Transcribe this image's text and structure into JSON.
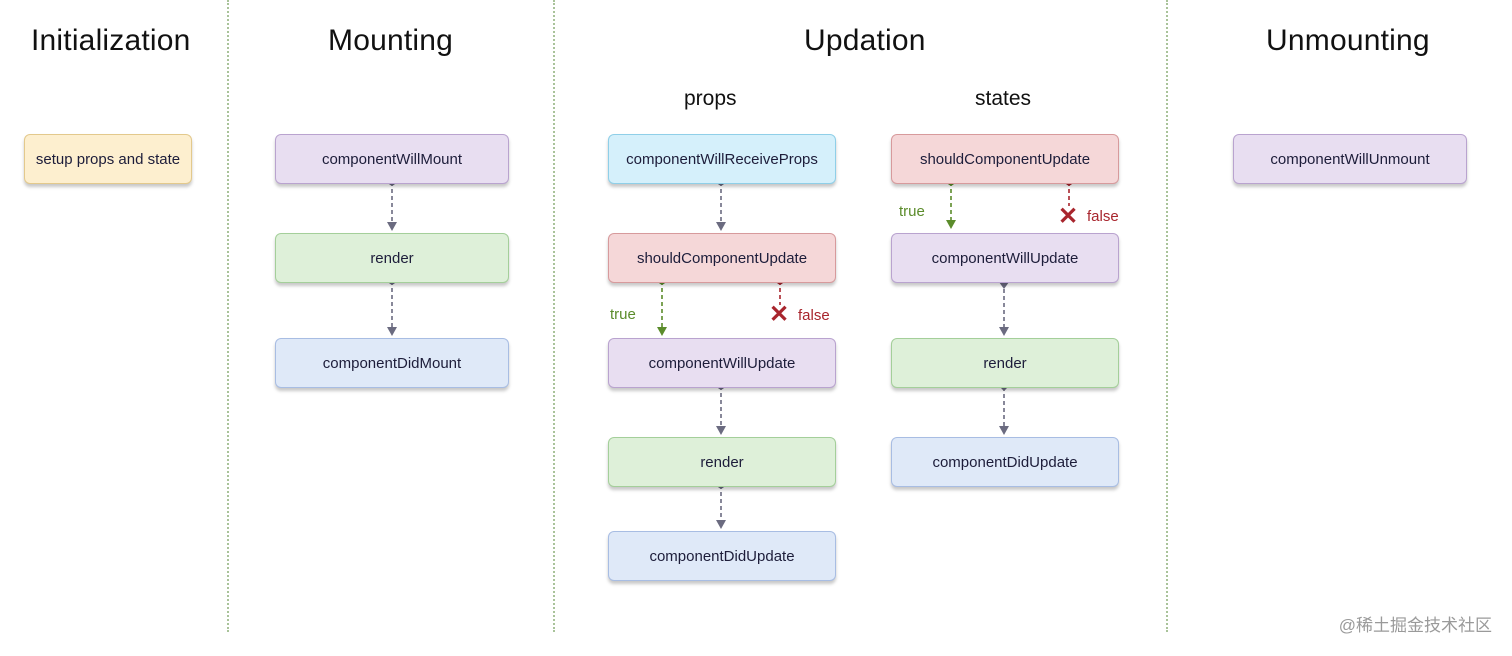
{
  "phases": {
    "initialization": "Initialization",
    "mounting": "Mounting",
    "updation": "Updation",
    "unmounting": "Unmounting"
  },
  "updation_sub": {
    "props": "props",
    "states": "states"
  },
  "initialization": {
    "setup": "setup props and state"
  },
  "mounting": {
    "will_mount": "componentWillMount",
    "render": "render",
    "did_mount": "componentDidMount"
  },
  "props_flow": {
    "will_receive_props": "componentWillReceiveProps",
    "should_update": "shouldComponentUpdate",
    "will_update": "componentWillUpdate",
    "render": "render",
    "did_update": "componentDidUpdate",
    "true_label": "true",
    "false_label": "false"
  },
  "states_flow": {
    "should_update": "shouldComponentUpdate",
    "will_update": "componentWillUpdate",
    "render": "render",
    "did_update": "componentDidUpdate",
    "true_label": "true",
    "false_label": "false"
  },
  "unmounting": {
    "will_unmount": "componentWillUnmount"
  },
  "watermark": "@稀土掘金技术社区",
  "colors": {
    "arrow": "#6b6b80",
    "true": "#5b8c2b",
    "false": "#a8252d",
    "divider": "#a9c39a"
  },
  "icons": {
    "false_marker": "cross-icon"
  }
}
